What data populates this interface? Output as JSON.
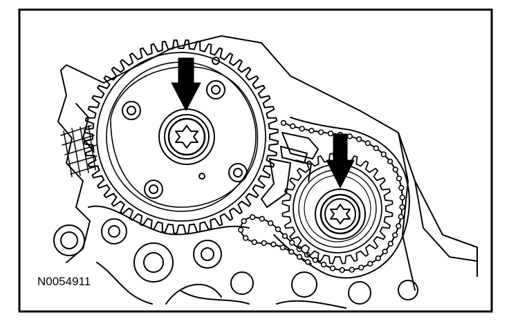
{
  "figure": {
    "reference_code": "N0054911",
    "colors": {
      "line": "#000000",
      "fill": "#ffffff",
      "arrow": "#000000"
    },
    "gears": [
      {
        "name": "camshaft-sprocket",
        "teeth": 52
      },
      {
        "name": "intermediate-sprocket",
        "teeth": 28
      }
    ],
    "arrows": [
      {
        "name": "arrow-camshaft-bolt",
        "points_to": "camshaft-sprocket-center-bolt"
      },
      {
        "name": "arrow-intermediate-bolt",
        "points_to": "intermediate-sprocket-center-bolt"
      }
    ]
  }
}
